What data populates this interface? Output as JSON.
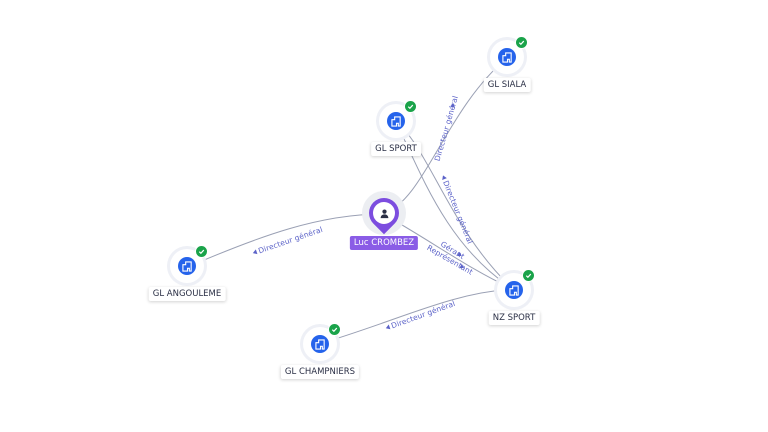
{
  "colors": {
    "person": "#7c4ddf",
    "company": "#2563eb",
    "verified": "#1aa34a",
    "edge": "#9aa0b4",
    "edge_label": "#5b62c8"
  },
  "person": {
    "name": "Luc CROMBEZ",
    "icon": "person-icon"
  },
  "companies": [
    {
      "id": "gl-siala",
      "name": "GL SIALA",
      "icon": "company-building-icon",
      "verified": true
    },
    {
      "id": "gl-sport",
      "name": "GL SPORT",
      "icon": "company-building-icon",
      "verified": true
    },
    {
      "id": "gl-angouleme",
      "name": "GL ANGOULEME",
      "icon": "company-building-icon",
      "verified": true
    },
    {
      "id": "nz-sport",
      "name": "NZ SPORT",
      "icon": "company-building-icon",
      "verified": true
    },
    {
      "id": "gl-champniers",
      "name": "GL CHAMPNIERS",
      "icon": "company-building-icon",
      "verified": true
    }
  ],
  "relations": [
    {
      "from": "person",
      "to": "gl-angouleme",
      "label": "Directeur général"
    },
    {
      "from": "person",
      "to": "gl-siala",
      "label": "Directeur général"
    },
    {
      "from": "person",
      "to": "nz-sport",
      "label": "Gérant"
    },
    {
      "from": "gl-sport",
      "to": "nz-sport",
      "label": "Directeur général"
    },
    {
      "from": "gl-sport",
      "to": "nz-sport",
      "label": "Représentant"
    },
    {
      "from": "nz-sport",
      "to": "gl-champniers",
      "label": "Directeur général"
    }
  ]
}
